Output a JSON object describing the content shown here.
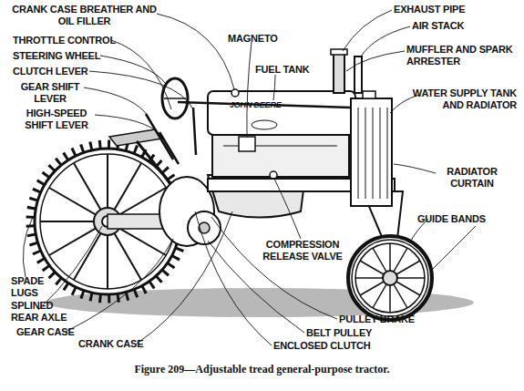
{
  "diagram": {
    "caption": "Figure 209—Adjustable tread general-purpose tractor.",
    "labels": [
      "CRANK CASE BREATHER AND OIL FILLER",
      "THROTTLE CONTROL",
      "STEERING WHEEL",
      "CLUTCH LEVER",
      "GEAR SHIFT LEVER",
      "HIGH-SPEED SHIFT LEVER",
      "MAGNETO",
      "FUEL TANK",
      "EXHAUST PIPE",
      "AIR STACK",
      "MUFFLER AND SPARK ARRESTER",
      "WATER SUPPLY TANK AND RADIATOR",
      "RADIATOR CURTAIN",
      "GUIDE BANDS",
      "COMPRESSION RELEASE VALVE",
      "SPADE LUGS",
      "SPLINED REAR AXLE",
      "GEAR CASE",
      "CRANK CASE",
      "PULLEY BRAKE",
      "BELT PULLEY",
      "ENCLOSED CLUTCH",
      "JOHN DEERE"
    ]
  }
}
